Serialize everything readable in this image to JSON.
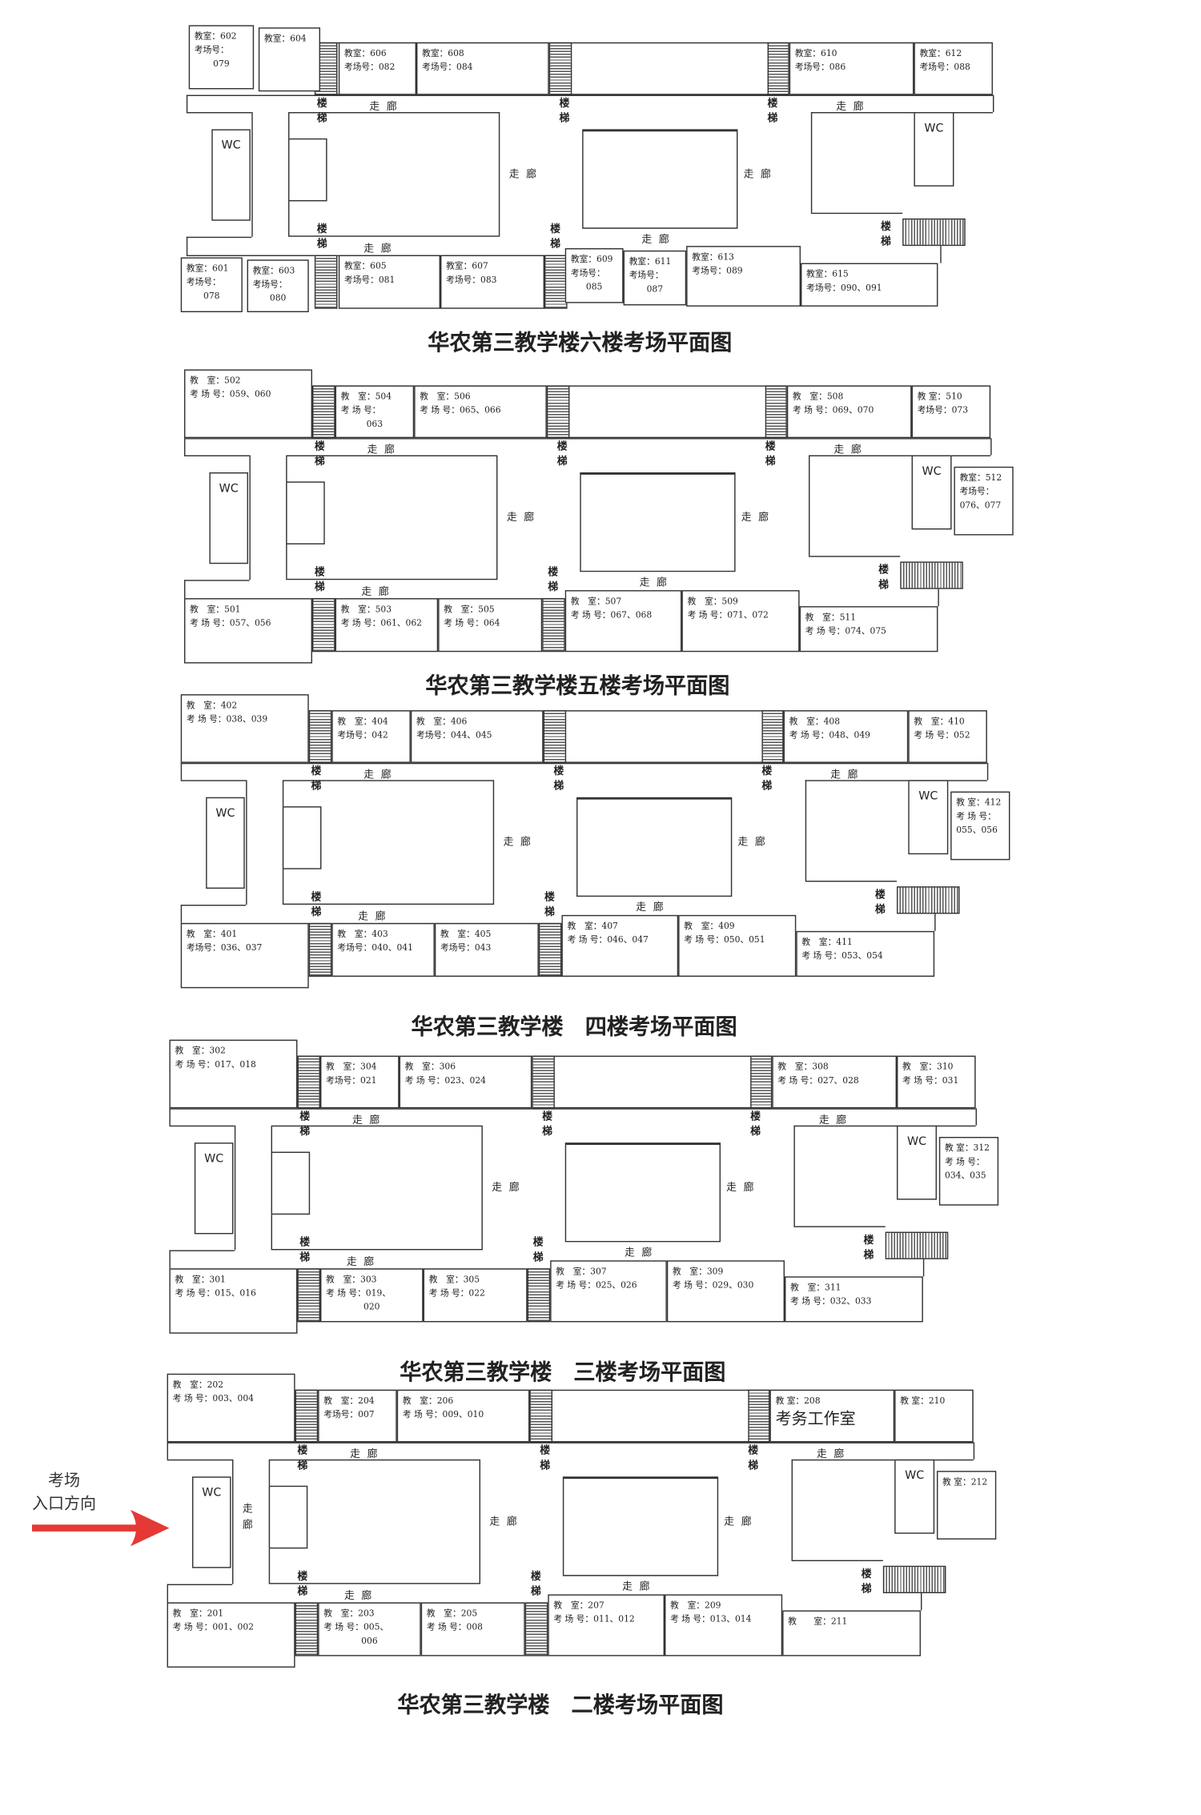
{
  "labels": {
    "stairs": "楼梯",
    "corridor": "走廊",
    "wc": "WC"
  },
  "entrance": {
    "line1": "考场",
    "line2": "入口方向",
    "arrow_color": "#e53935"
  },
  "floors": [
    {
      "title": "华农第三教学楼六楼考场平面图",
      "rooms": [
        {
          "lines": [
            "教室：602",
            "考场号：",
            "079"
          ]
        },
        {
          "lines": [
            "教室：604"
          ]
        },
        {
          "lines": [
            "教室：606",
            "考场号：082"
          ]
        },
        {
          "lines": [
            "教室：608",
            "考场号：084"
          ]
        },
        {
          "lines": [
            "教室：610",
            "考场号：086"
          ]
        },
        {
          "lines": [
            "教室：612",
            "考场号：088"
          ]
        },
        {
          "lines": [
            "教室：601",
            "考场号：",
            "078"
          ]
        },
        {
          "lines": [
            "教室：603",
            "考场号：",
            "080"
          ]
        },
        {
          "lines": [
            "教室：605",
            "考场号：081"
          ]
        },
        {
          "lines": [
            "教室：607",
            "考场号：083"
          ]
        },
        {
          "lines": [
            "教室：609",
            "考场号：",
            "085"
          ]
        },
        {
          "lines": [
            "教室：611",
            "考场号：",
            "087"
          ]
        },
        {
          "lines": [
            "教室：613",
            "考场号：089"
          ]
        },
        {
          "lines": [
            "教室：615",
            "考场号：090、091"
          ]
        }
      ]
    },
    {
      "title": "华农第三教学楼五楼考场平面图",
      "rooms": [
        {
          "lines": [
            "教　室：502",
            "考 场 号：059、060"
          ]
        },
        {
          "lines": [
            "教　室：504",
            "考 场 号：",
            "063"
          ]
        },
        {
          "lines": [
            "教　室：506",
            "考 场 号：065、066"
          ]
        },
        {
          "lines": [
            "教　室：508",
            "考 场 号：069、070"
          ]
        },
        {
          "lines": [
            "教 室：510",
            "考场号：073"
          ]
        },
        {
          "lines": [
            "教室：512",
            "考场号：",
            "076、077"
          ]
        },
        {
          "lines": [
            "教　室：501",
            "考 场 号：057、056"
          ]
        },
        {
          "lines": [
            "教　室：503",
            "考 场 号：061、062"
          ]
        },
        {
          "lines": [
            "教　室：505",
            "考 场 号：064"
          ]
        },
        {
          "lines": [
            "教　室：507",
            "考 场 号：067、068"
          ]
        },
        {
          "lines": [
            "教　室：509",
            "考 场 号：071、072"
          ]
        },
        {
          "lines": [
            "教　室：511",
            "考 场 号：074、075"
          ]
        }
      ]
    },
    {
      "title": "华农第三教学楼　四楼考场平面图",
      "rooms": [
        {
          "lines": [
            "教　室：402",
            "考 场 号：038、039"
          ]
        },
        {
          "lines": [
            "教　室：404",
            "考场号：042"
          ]
        },
        {
          "lines": [
            "教　室：406",
            "考场号：044、045"
          ]
        },
        {
          "lines": [
            "教　室：408",
            "考 场 号：048、049"
          ]
        },
        {
          "lines": [
            "教　室：410",
            "考 场 号：052"
          ]
        },
        {
          "lines": [
            "教 室：412",
            "考 场 号：",
            "055、056"
          ]
        },
        {
          "lines": [
            "教　室：401",
            "考场号：036、037"
          ]
        },
        {
          "lines": [
            "教　室：403",
            "考场号：040、041"
          ]
        },
        {
          "lines": [
            "教　室：405",
            "考场号：043"
          ]
        },
        {
          "lines": [
            "教　室：407",
            "考 场 号：046、047"
          ]
        },
        {
          "lines": [
            "教　室：409",
            "考 场 号：050、051"
          ]
        },
        {
          "lines": [
            "教　室：411",
            "考 场 号：053、054"
          ]
        }
      ]
    },
    {
      "title": "华农第三教学楼　三楼考场平面图",
      "rooms": [
        {
          "lines": [
            "教　室：302",
            "考 场 号：017、018"
          ]
        },
        {
          "lines": [
            "教　室：304",
            "考场号：021"
          ]
        },
        {
          "lines": [
            "教　室：306",
            "考 场 号：023、024"
          ]
        },
        {
          "lines": [
            "教　室：308",
            "考 场 号：027、028"
          ]
        },
        {
          "lines": [
            "教　室：310",
            "考 场 号：031"
          ]
        },
        {
          "lines": [
            "教 室：312",
            "考 场 号：",
            "034、035"
          ]
        },
        {
          "lines": [
            "教　室：301",
            "考 场 号：015、016"
          ]
        },
        {
          "lines": [
            "教　室：303",
            "考 场 号：019、",
            "020"
          ]
        },
        {
          "lines": [
            "教　室：305",
            "考 场 号：022"
          ]
        },
        {
          "lines": [
            "教　室：307",
            "考 场 号：025、026"
          ]
        },
        {
          "lines": [
            "教　室：309",
            "考 场 号：029、030"
          ]
        },
        {
          "lines": [
            "教　室：311",
            "考 场 号：032、033"
          ]
        }
      ]
    },
    {
      "title": "华农第三教学楼　二楼考场平面图",
      "rooms": [
        {
          "lines": [
            "教　室：202",
            "考 场 号：003、004"
          ]
        },
        {
          "lines": [
            "教　室：204",
            "考场号：007"
          ]
        },
        {
          "lines": [
            "教　室：206",
            "考 场 号：009、010"
          ]
        },
        {
          "lines": [
            "教 室：208"
          ],
          "office": "考务工作室"
        },
        {
          "lines": [
            "教 室：210"
          ]
        },
        {
          "lines": [
            "教 室：212"
          ]
        },
        {
          "lines": [
            "教　室：201",
            "考 场 号：001、002"
          ]
        },
        {
          "lines": [
            "教　室：203",
            "考 场 号：005、",
            "006"
          ]
        },
        {
          "lines": [
            "教　室：205",
            "考 场 号：008"
          ]
        },
        {
          "lines": [
            "教　室：207",
            "考 场 号：011、012"
          ]
        },
        {
          "lines": [
            "教　室：209",
            "考 场 号：013、014"
          ]
        },
        {
          "lines": [
            "教　　室：211"
          ]
        }
      ]
    }
  ]
}
